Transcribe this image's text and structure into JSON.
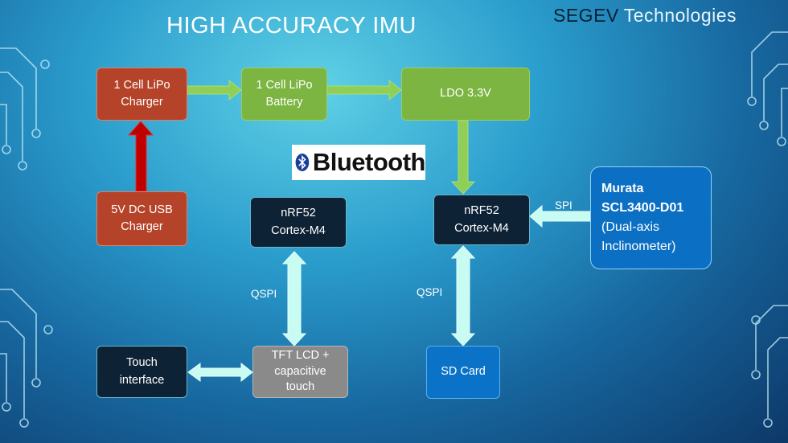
{
  "header": {
    "title": "HIGH ACCURACY IMU",
    "brand_main": "SEGEV",
    "brand_sub": "Technologies"
  },
  "blocks": {
    "charger": "1 Cell LiPo\nCharger",
    "battery": "1 Cell LiPo\nBattery",
    "ldo": "LDO 3.3V",
    "usb": "5V DC USB\nCharger",
    "nrf_left": "nRF52\nCortex-M4",
    "nrf_right": "nRF52\nCortex-M4",
    "touch": "Touch\ninterface",
    "tft": "TFT LCD +\ncapacitive\ntouch",
    "sd": "SD Card",
    "murata_name": "Murata\nSCL3400-D01",
    "murata_desc": "(Dual-axis\nInclinometer)"
  },
  "bluetooth": {
    "wordmark": "Bluetooth"
  },
  "labels": {
    "spi": "SPI",
    "qspi_left": "QSPI",
    "qspi_right": "QSPI"
  },
  "colors": {
    "power": "#7cb541",
    "charger": "#b5432a",
    "usb_arrow": "#c00000",
    "bus": "#c8fbf1",
    "processor": "#0e2236",
    "sensor": "#0b6fc4"
  }
}
